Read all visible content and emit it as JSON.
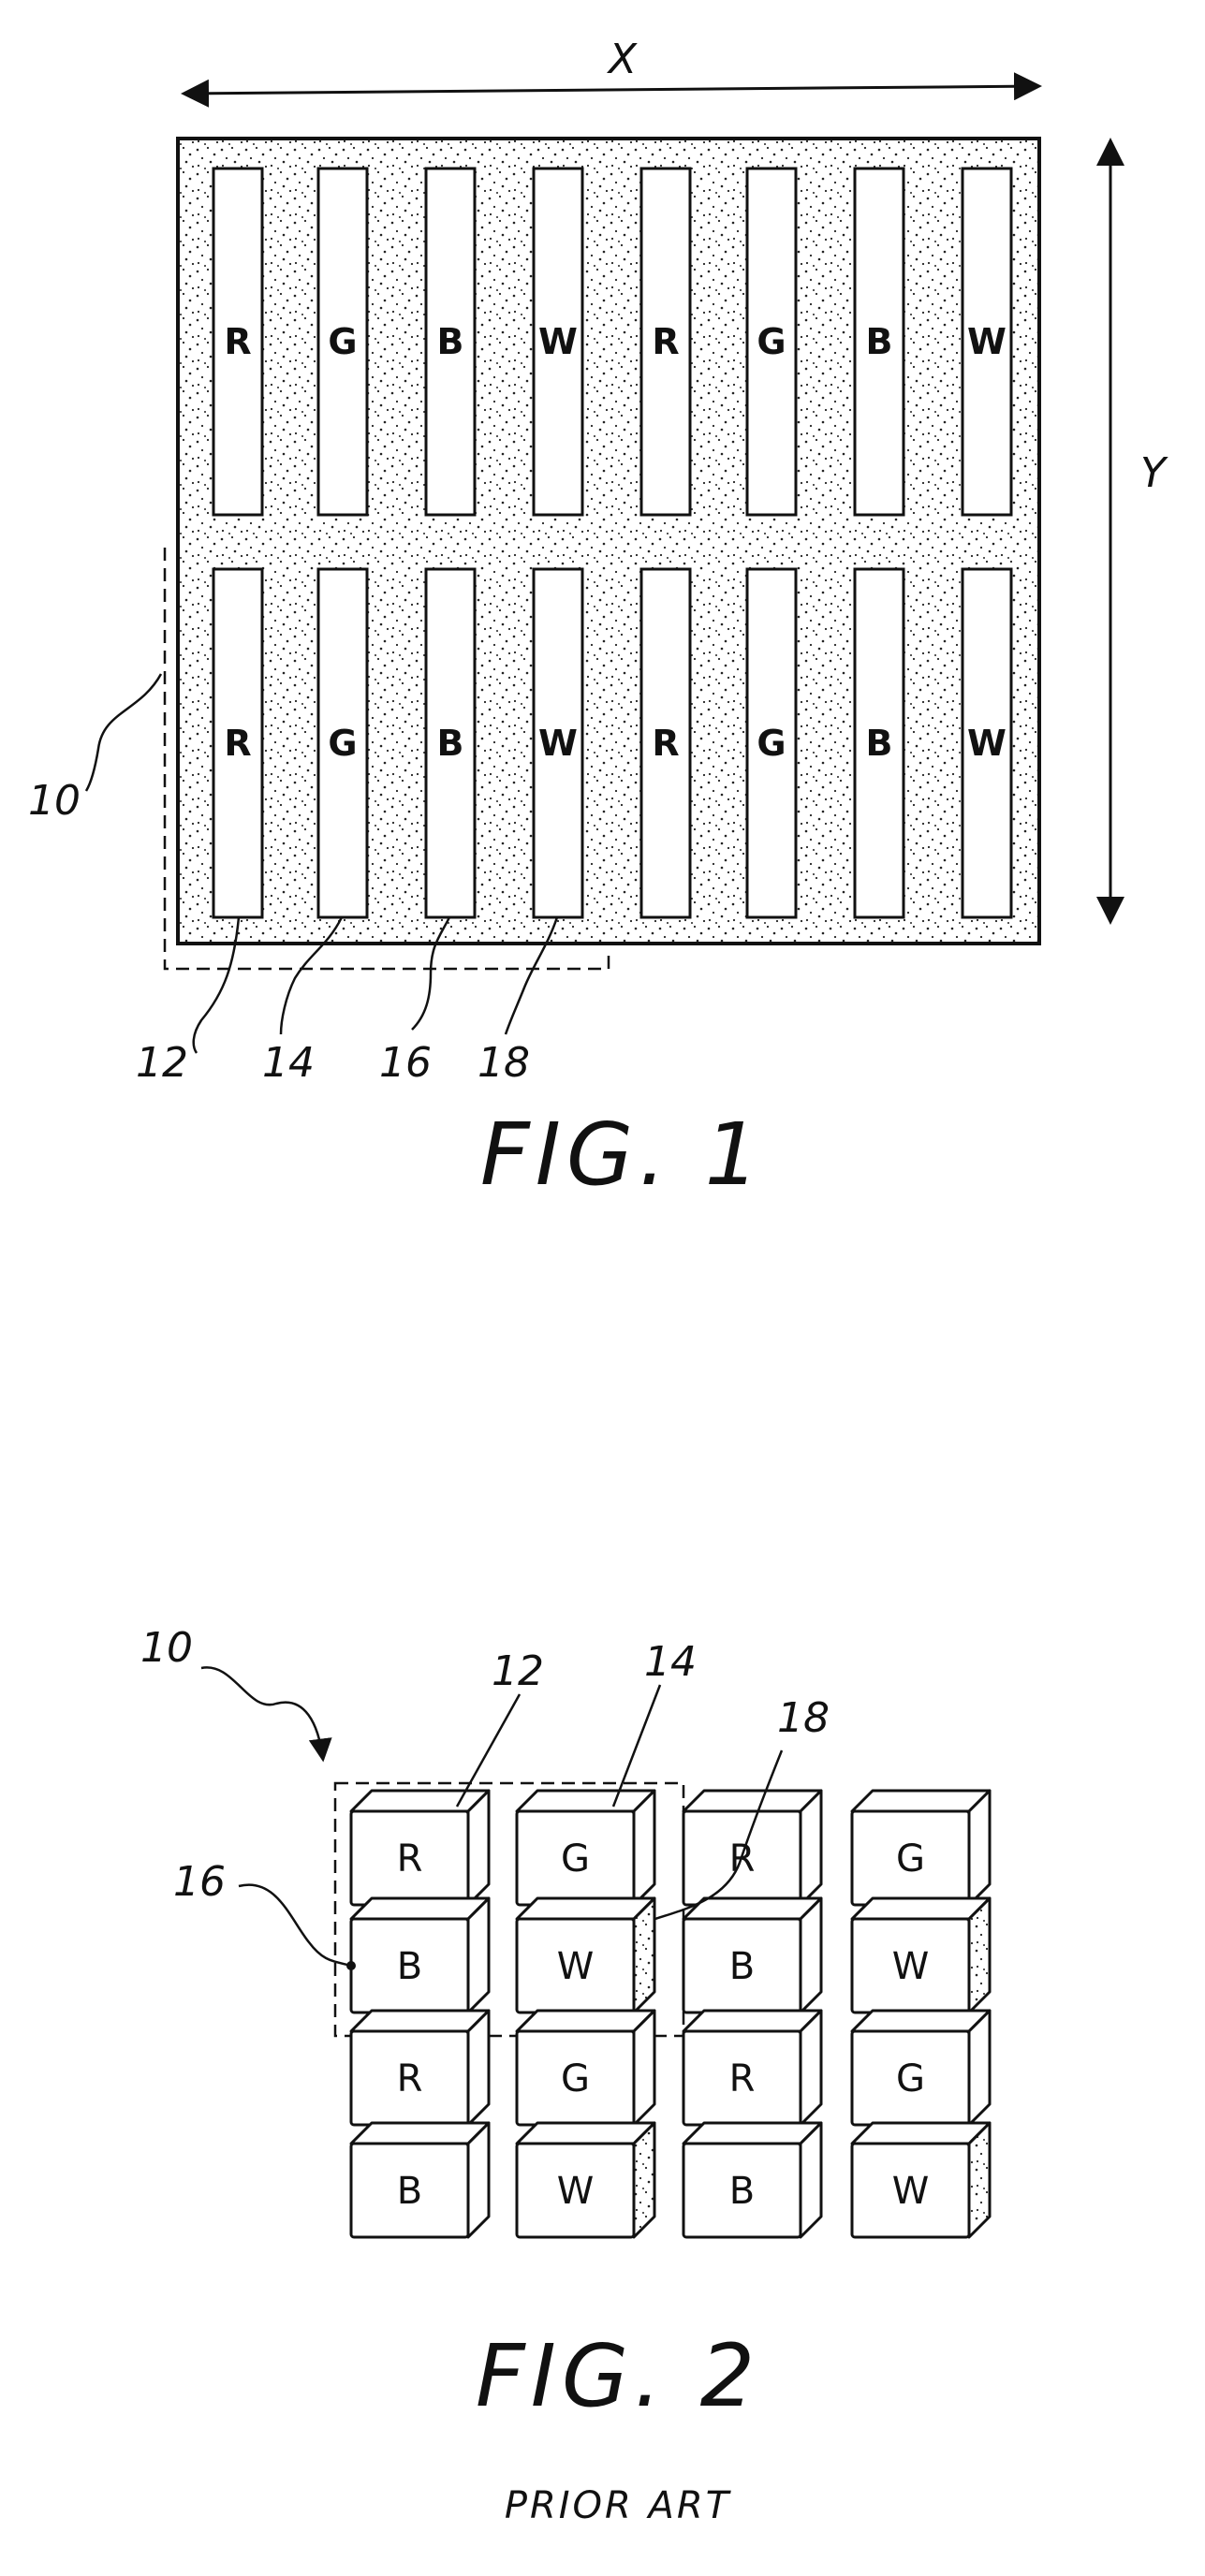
{
  "fig1": {
    "x_label": "X",
    "y_label": "Y",
    "top_row": [
      "R",
      "G",
      "B",
      "W",
      "R",
      "G",
      "B",
      "W"
    ],
    "bottom_row": [
      "R",
      "G",
      "B",
      "W",
      "R",
      "G",
      "B",
      "W"
    ],
    "ref_group": "10",
    "ref_numbers": [
      "12",
      "14",
      "16",
      "18"
    ],
    "caption": "FIG. 1"
  },
  "fig2": {
    "ref_group": "10",
    "ref_12": "12",
    "ref_14": "14",
    "ref_16": "16",
    "ref_18": "18",
    "rows": [
      [
        "R",
        "G",
        "R",
        "G"
      ],
      [
        "B",
        "W",
        "B",
        "W"
      ],
      [
        "R",
        "G",
        "R",
        "G"
      ],
      [
        "B",
        "W",
        "B",
        "W"
      ]
    ],
    "caption": "FIG. 2",
    "subcaption": "PRIOR ART"
  },
  "colors": {
    "ink": "#111111",
    "paper": "#ffffff"
  }
}
